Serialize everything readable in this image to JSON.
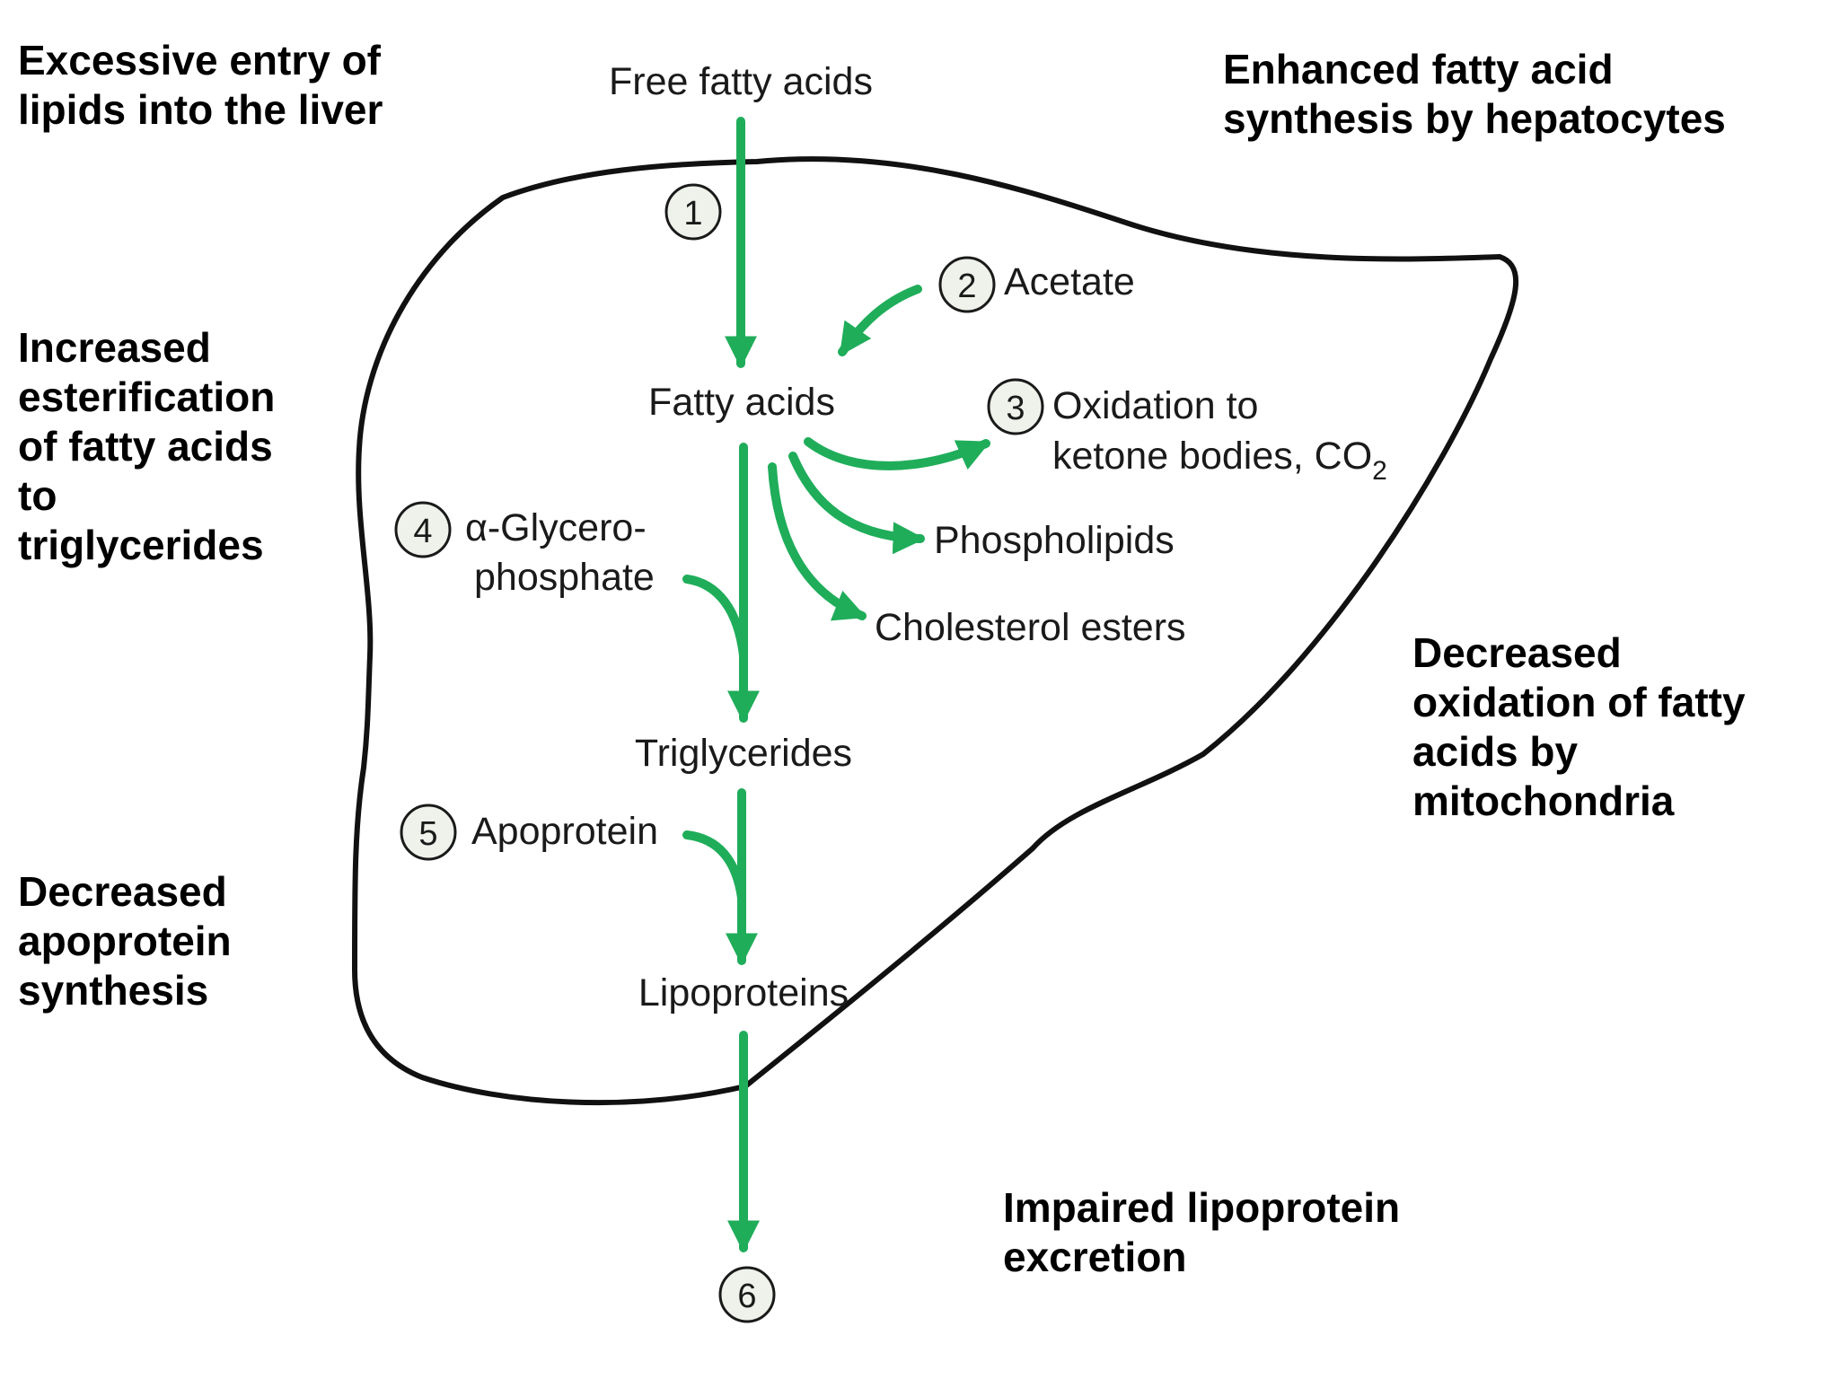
{
  "causes": {
    "excessive_entry": "Excessive entry of\nlipids into the liver",
    "enhanced_synthesis": "Enhanced fatty acid\nsynthesis by hepatocytes",
    "increased_esterification": "Increased\nesterification\nof fatty acids\nto\ntriglycerides",
    "decreased_oxidation": "Decreased\noxidation of fatty\nacids by\nmitochondria",
    "decreased_apoprotein": "Decreased\napoprotein\nsynthesis",
    "impaired_excretion": "Impaired lipoprotein\nexcretion"
  },
  "nodes": {
    "free_fatty_acids": "Free fatty acids",
    "fatty_acids": "Fatty acids",
    "acetate": "Acetate",
    "oxidation_line1": "Oxidation to",
    "oxidation_line2": "ketone bodies, CO",
    "oxidation_subscript": "2",
    "phospholipids": "Phospholipids",
    "cholesterol_esters": "Cholesterol esters",
    "glycerophosphate_line1": "α-Glycero-",
    "glycerophosphate_line2": "phosphate",
    "triglycerides": "Triglycerides",
    "apoprotein": "Apoprotein",
    "lipoproteins": "Lipoproteins"
  },
  "steps": [
    "1",
    "2",
    "3",
    "4",
    "5",
    "6"
  ],
  "colors": {
    "arrow": "#1fad5a",
    "outline": "#111111",
    "badge_fill": "#eef2ea"
  }
}
